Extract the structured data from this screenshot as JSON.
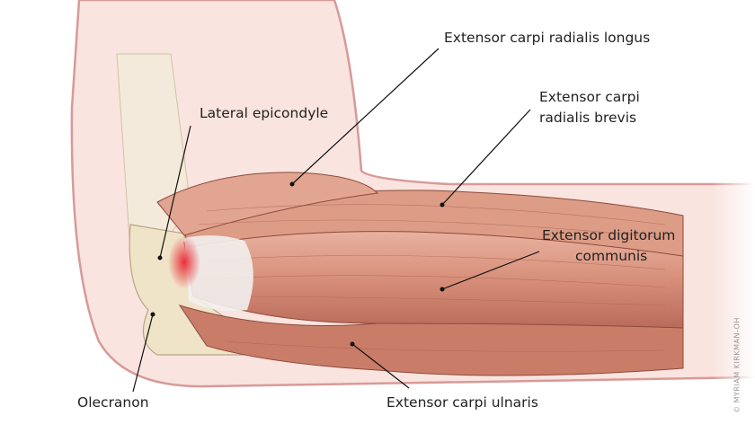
{
  "labels": {
    "ecr_longus": "Extensor carpi radialis longus",
    "ecr_brevis_1": "Extensor carpi",
    "ecr_brevis_2": "radialis brevis",
    "lateral_epicondyle": "Lateral epicondyle",
    "edc_1": "Extensor digitorum",
    "edc_2": "communis",
    "olecranon": "Olecranon",
    "ecu": "Extensor carpi ulnaris"
  },
  "credit": "© MYRIAM KIRKMAN-OH",
  "colors": {
    "skin": "#f9e4df",
    "outline": "#d79a98",
    "muscle": "#d9917a",
    "tendon": "#f2f0ee",
    "bone": "#efe4c8",
    "inflamed": "#e8303a"
  }
}
